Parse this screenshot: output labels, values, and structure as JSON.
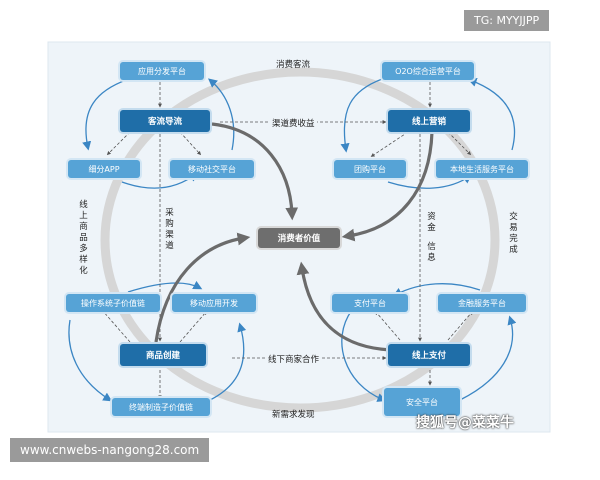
{
  "overlay": {
    "top_right": "TG: MYYJJPP",
    "bottom_left": "www.cnwebs-nangong28.com",
    "watermark": "搜狐号@菜菜牛"
  },
  "center": {
    "label": "消费者价值"
  },
  "quadrants": {
    "top_left": {
      "hub": "客流导流",
      "nodes": [
        "应用分发平台",
        "移动社交平台",
        "细分APP"
      ]
    },
    "top_right": {
      "hub": "线上营销",
      "nodes": [
        "O2O综合运营平台",
        "团购平台",
        "本地生活服务平台"
      ]
    },
    "bottom_left": {
      "hub": "商品创建",
      "nodes": [
        "操作系统子价值链",
        "移动应用开发",
        "终端制造子价值链"
      ]
    },
    "bottom_right": {
      "hub": "线上支付",
      "nodes": [
        "支付平台",
        "金融服务平台",
        "安全平台"
      ]
    }
  },
  "labels": {
    "top": "消费客流",
    "bottom": "新需求发现",
    "channel_fee": "渠道费收益",
    "offline_merchant": "线下商家合作",
    "left_vertical": "线上商品多样化",
    "right_vertical": "交易完成",
    "procurement": "采购渠道",
    "funds": "资金",
    "info": "信息"
  }
}
